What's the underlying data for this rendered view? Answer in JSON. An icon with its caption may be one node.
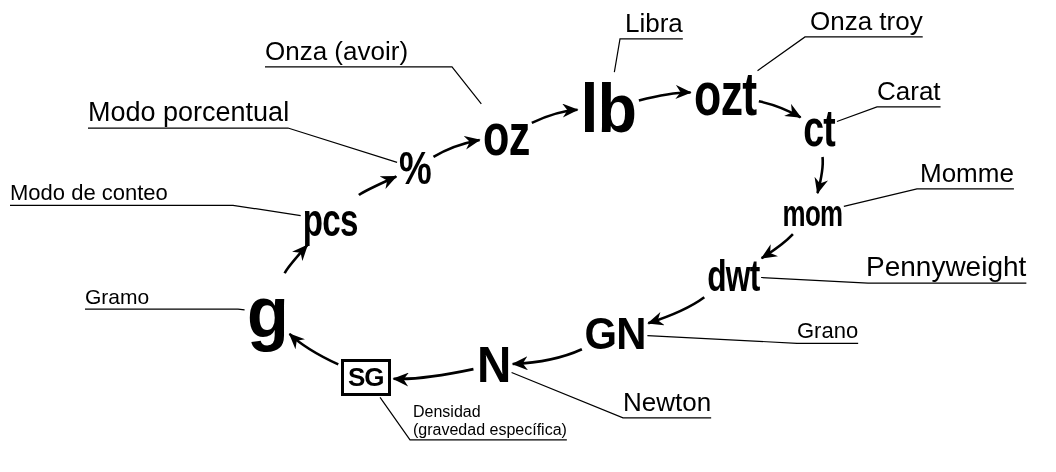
{
  "diagram": {
    "nodes": [
      {
        "text": [
          "g"
        ]
      },
      {
        "text": [
          "pcs"
        ]
      },
      {
        "text": [
          "%"
        ]
      },
      {
        "text": [
          "oz"
        ]
      },
      {
        "text": [
          "lb"
        ]
      },
      {
        "text": [
          "ozt"
        ]
      },
      {
        "text": [
          "ct"
        ]
      },
      {
        "text": [
          "mom"
        ]
      },
      {
        "text": [
          "dwt"
        ]
      },
      {
        "text": [
          "GN"
        ]
      },
      {
        "text": [
          "N"
        ]
      },
      {
        "text": [
          "SG"
        ]
      },
      {
        "text": [
          "Gramo"
        ]
      },
      {
        "text": [
          "Modo de conteo"
        ]
      },
      {
        "text": [
          "Modo porcentual"
        ]
      },
      {
        "text": [
          "Onza (avoir)"
        ]
      },
      {
        "text": [
          "Libra"
        ]
      },
      {
        "text": [
          "Onza troy"
        ]
      },
      {
        "text": [
          "Carat"
        ]
      },
      {
        "text": [
          "Momme"
        ]
      },
      {
        "text": [
          "Pennyweight"
        ]
      },
      {
        "text": [
          "Grano"
        ]
      },
      {
        "text": [
          "Newton"
        ]
      },
      {
        "text": [
          "Densidad",
          "(gravedad específica)"
        ]
      }
    ],
    "edges": [
      {
        "from": 0,
        "to": 1,
        "arrow": "to"
      },
      {
        "from": 1,
        "to": 2,
        "arrow": "to"
      },
      {
        "from": 2,
        "to": 3,
        "arrow": "to"
      },
      {
        "from": 3,
        "to": 4,
        "arrow": "to"
      },
      {
        "from": 4,
        "to": 5,
        "arrow": "to"
      },
      {
        "from": 5,
        "to": 6,
        "arrow": "to"
      },
      {
        "from": 6,
        "to": 7,
        "arrow": "to"
      },
      {
        "from": 7,
        "to": 8,
        "arrow": "to"
      },
      {
        "from": 8,
        "to": 9,
        "arrow": "to"
      },
      {
        "from": 9,
        "to": 10,
        "arrow": "to"
      },
      {
        "from": 10,
        "to": 11,
        "arrow": "to"
      },
      {
        "from": 11,
        "to": 0,
        "arrow": "to"
      },
      {
        "from": 12,
        "to": 0,
        "arrow": "none"
      },
      {
        "from": 13,
        "to": 1,
        "arrow": "none"
      },
      {
        "from": 14,
        "to": 2,
        "arrow": "none"
      },
      {
        "from": 15,
        "to": 3,
        "arrow": "none"
      },
      {
        "from": 16,
        "to": 4,
        "arrow": "none"
      },
      {
        "from": 17,
        "to": 5,
        "arrow": "none"
      },
      {
        "from": 18,
        "to": 6,
        "arrow": "none"
      },
      {
        "from": 19,
        "to": 7,
        "arrow": "none"
      },
      {
        "from": 20,
        "to": 8,
        "arrow": "none"
      },
      {
        "from": 21,
        "to": 9,
        "arrow": "none"
      },
      {
        "from": 22,
        "to": 10,
        "arrow": "none"
      },
      {
        "from": 23,
        "to": 11,
        "arrow": "none"
      }
    ]
  }
}
